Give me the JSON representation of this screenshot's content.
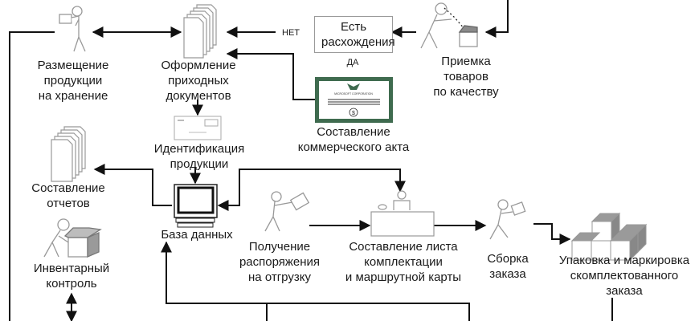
{
  "title": "Складская логистика: схема процессов",
  "nodes": {
    "placement": {
      "lines": [
        "Размещение",
        "продукции",
        "на хранение"
      ],
      "icon": "person-carrying-box-icon"
    },
    "docs": {
      "lines": [
        "Оформление",
        "приходных",
        "документов"
      ],
      "icon": "document-stack-icon"
    },
    "discrepancy": {
      "lines": [
        "Есть",
        "расхождения"
      ]
    },
    "acceptance": {
      "lines": [
        "Приемка",
        "товаров",
        "по качеству"
      ],
      "icon": "person-inspecting-box-icon"
    },
    "commercial_act": {
      "lines": [
        "Составление",
        "коммерческого акта"
      ],
      "icon": "certificate-icon",
      "certificate_text": "MICROSOFT CORPORATION",
      "certificate_symbol": "$",
      "certificate_color": "#3f6b4f"
    },
    "identification": {
      "lines": [
        "Идентификация",
        "продукции"
      ],
      "icon": "barcode-label-icon"
    },
    "reports": {
      "lines": [
        "Составление",
        "отчетов"
      ],
      "icon": "document-stack-icon"
    },
    "database": {
      "lines": [
        "База данных"
      ],
      "icon": "computer-monitor-icon"
    },
    "inventory": {
      "lines": [
        "Инвентарный",
        "контроль"
      ],
      "icon": "person-opening-box-icon"
    },
    "order_receipt": {
      "lines": [
        "Получение",
        "распоряжения",
        "на отгрузку"
      ],
      "icon": "person-with-letter-icon"
    },
    "picking_list": {
      "lines": [
        "Составление листа",
        "комплектации",
        "и маршрутной карты"
      ],
      "icon": "clerk-at-desk-icon"
    },
    "assembly": {
      "lines": [
        "Сборка",
        "заказа"
      ],
      "icon": "person-carrying-box-icon"
    },
    "packing": {
      "lines": [
        "Упаковка и маркировка",
        "скомплектованного",
        "заказа"
      ],
      "icon": "stacked-boxes-icon"
    }
  },
  "edge_labels": {
    "no": "НЕТ",
    "yes": "ДА"
  }
}
